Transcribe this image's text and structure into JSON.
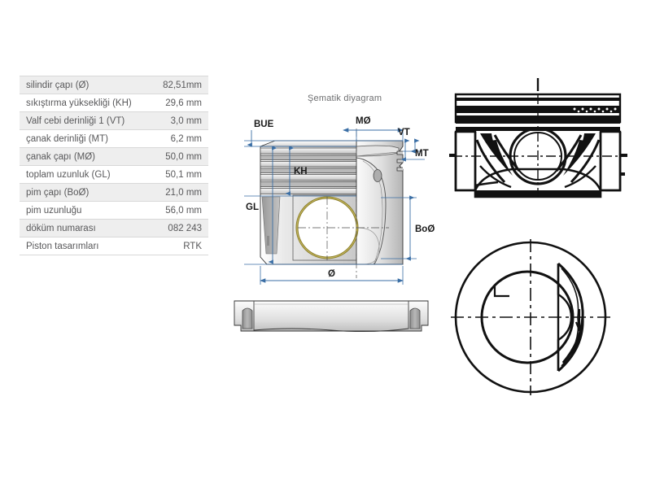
{
  "spec_table": {
    "rows": [
      {
        "label": "silindir çapı (Ø)",
        "value": "82,51mm"
      },
      {
        "label": "sıkıştırma yüksekliği (KH)",
        "value": "29,6 mm"
      },
      {
        "label": "Valf cebi derinliği 1 (VT)",
        "value": "3,0 mm"
      },
      {
        "label": "çanak derinliği (MT)",
        "value": "6,2 mm"
      },
      {
        "label": "çanak çapı (MØ)",
        "value": "50,0 mm"
      },
      {
        "label": "toplam uzunluk (GL)",
        "value": "50,1 mm"
      },
      {
        "label": "pim çapı (BoØ)",
        "value": "21,0 mm"
      },
      {
        "label": "pim uzunluğu",
        "value": "56,0 mm"
      },
      {
        "label": "döküm numarası",
        "value": "082 243"
      },
      {
        "label": "Piston tasarımları",
        "value": "RTK"
      }
    ]
  },
  "schematic": {
    "caption": "Şematik diyagram",
    "dimensions": {
      "bue": "BUE",
      "kh": "KH",
      "gl": "GL",
      "mo": "MØ",
      "vt": "VT",
      "mt": "MT",
      "bo": "BoØ",
      "diameter": "Ø"
    }
  },
  "colors": {
    "dimension_line": "#3a6ea5",
    "table_row_alt": "#eeeeee",
    "table_text": "#58585a",
    "pin_bore_ring": "#8a7d2a",
    "outline": "#1a1a1a",
    "caption_text": "#6d6e70"
  }
}
